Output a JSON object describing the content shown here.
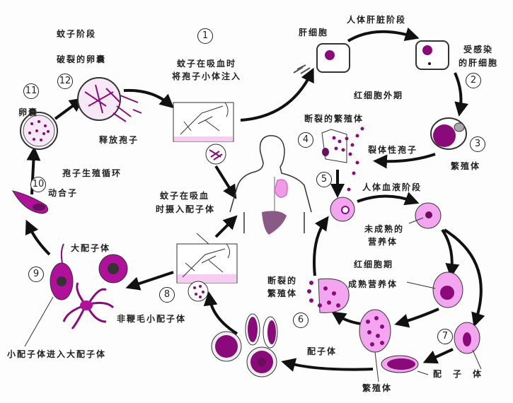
{
  "title": "疟原虫生活史",
  "colors": {
    "parasite": "#8a0a7a",
    "rbc": "#f3a6ef",
    "dark_parasite": "#6a0f5c",
    "arrow": "#111111",
    "skin": "#f6cdf0",
    "liver": "#8a5a86"
  },
  "mosquito_stage": {
    "heading": "蚊子阶段",
    "ruptured_oocyst": "破裂的卵囊",
    "oocyst": "卵囊",
    "release_sporozoites": "释放孢子",
    "sporogonic_cycle": "孢子生殖循环",
    "ookinete": "动合子",
    "macrogametocyte": "大配子体",
    "exflagellated_microgametocyte": "非鞭毛小配子体",
    "microgamete_enters": "小配子体进入大配子体"
  },
  "injection": {
    "line1": "蚊子在吸血时",
    "line2": "将孢子小体注入"
  },
  "ingestion": {
    "line1": "蚊子在吸血",
    "line2": "时摄入配子体"
  },
  "liver_stage": {
    "heading": "人体肝脏阶段",
    "liver_cell": "肝细胞",
    "infected_line1": "受感染",
    "infected_line2": "的肝细胞",
    "exo_erythrocytic": "红细胞外期",
    "ruptured_schizont": "断裂的繁殖体",
    "merozoites": "裂体性孢子",
    "schizont": "繁殖体"
  },
  "blood_stage": {
    "heading": "人体血液阶段",
    "immature_line1": "未成熟的",
    "immature_line2": "营养体",
    "erythrocytic": "红细胞期",
    "mature_trophozoite": "成熟营养体",
    "ruptured_line1": "断裂的",
    "ruptured_line2": "繁殖体",
    "gametocytes_left": "配子体",
    "gametocytes_right": "配　子　体",
    "schizont": "繁殖体"
  },
  "steps": [
    "1",
    "2",
    "3",
    "4",
    "5",
    "6",
    "7",
    "8",
    "9",
    "10",
    "11",
    "12"
  ]
}
